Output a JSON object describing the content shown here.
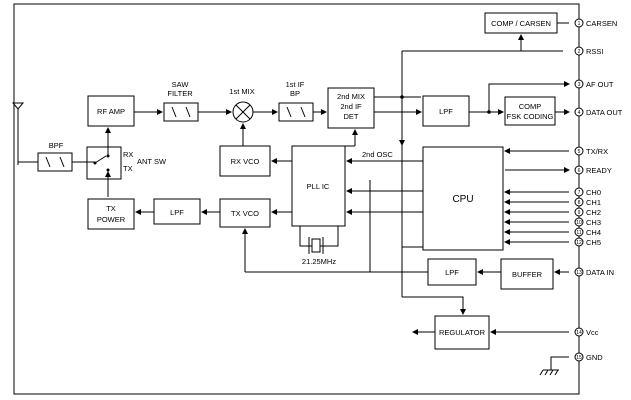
{
  "blocks": {
    "comp_carsen": "COMP / CARSEN",
    "rf_amp": "RF AMP",
    "saw_filter_1": "SAW",
    "saw_filter_2": "FILTER",
    "mix1": "1st MIX",
    "if_bp_1": "1st IF",
    "if_bp_2": "BP",
    "mix2_1": "2nd MIX",
    "mix2_2": "2nd IF",
    "mix2_3": "DET",
    "lpf_demod": "LPF",
    "comp_fsk_1": "COMP",
    "comp_fsk_2": "FSK CODING",
    "bpf": "BPF",
    "rx": "RX",
    "tx": "TX",
    "ant_sw": "ANT SW",
    "rx_vco": "RX  VCO",
    "osc2": "2nd OSC",
    "pll_ic": "PLL IC",
    "cpu": "CPU",
    "tx_power_1": "TX",
    "tx_power_2": "POWER",
    "lpf_tx": "LPF",
    "tx_vco": "TX  VCO",
    "xtal": "21.25MHz",
    "lpf_data": "LPF",
    "buffer": "BUFFER",
    "regulator": "REGULATOR"
  },
  "pins": [
    "CARSEN",
    "RSSI",
    "AF OUT",
    "DATA OUT",
    "TX/RX",
    "READY",
    "CH0",
    "CH1",
    "CH2",
    "CH3",
    "CH4",
    "CH5",
    "DATA IN",
    "Vcc",
    "GND"
  ],
  "pin_numbers": [
    "1",
    "2",
    "3",
    "4",
    "5",
    "6",
    "7",
    "8",
    "9",
    "10",
    "11",
    "12",
    "13",
    "14",
    "15"
  ]
}
